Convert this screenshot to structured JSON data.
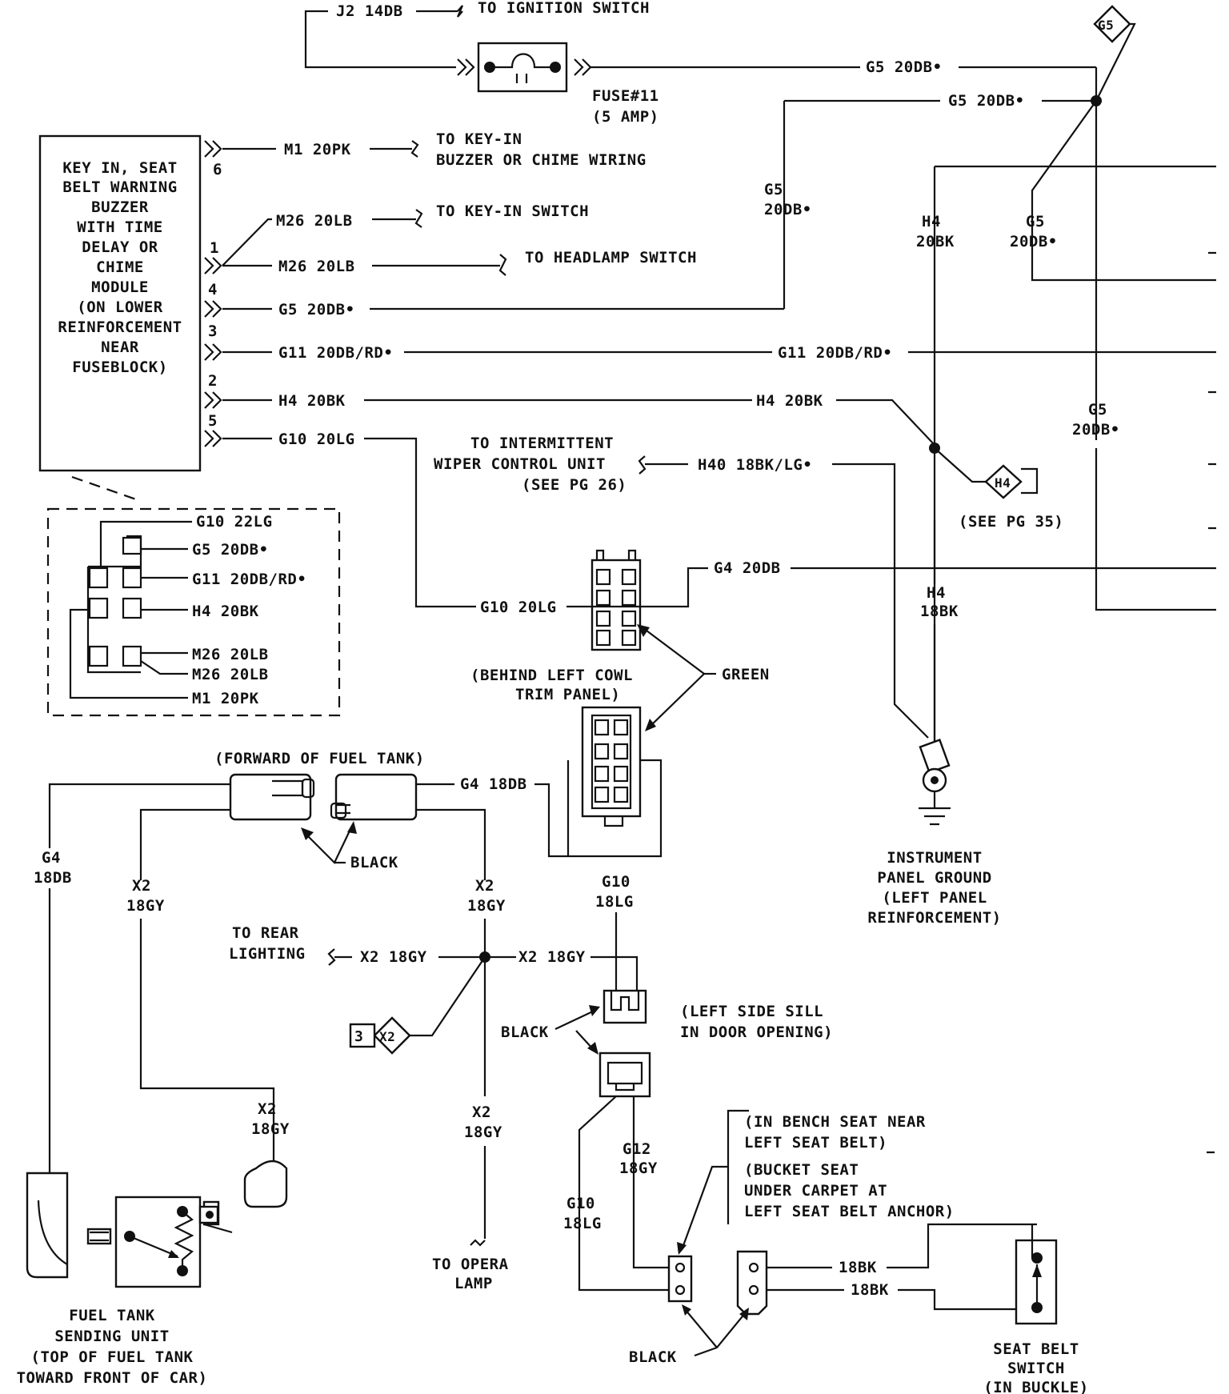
{
  "top": {
    "j2_wire": "J2 14DB",
    "to_ignition": "TO IGNITION SWITCH",
    "fuse_name": "FUSE#11",
    "fuse_rating": "(5 AMP)",
    "g5_right_1": "G5 20DB•",
    "g5_right_2": "G5 20DB•",
    "g5_diamond": "G5"
  },
  "module": {
    "lines": [
      "KEY IN, SEAT",
      "BELT WARNING",
      "BUZZER",
      "WITH TIME",
      "DELAY OR",
      "CHIME",
      "MODULE",
      "(ON LOWER",
      "REINFORCEMENT",
      "NEAR",
      "FUSEBLOCK)"
    ],
    "pins": [
      "6",
      "1",
      "4",
      "3",
      "2",
      "5"
    ]
  },
  "wires": {
    "m1": "M1 20PK",
    "to_keyin_1": "TO KEY-IN",
    "to_keyin_2": "BUZZER OR CHIME WIRING",
    "m26_a": "M26 20LB",
    "to_keyin_switch": "TO KEY-IN SWITCH",
    "m26_b": "M26 20LB",
    "to_headlamp": "TO HEADLAMP SWITCH",
    "g5_pin4": "G5 20DB•",
    "g11_left": "G11 20DB/RD•",
    "g11_right": "G11 20DB/RD•",
    "h4_left": "H4 20BK",
    "h4_right": "H4 20BK",
    "g10_left": "G10 20LG",
    "g5_mid_1": "G5",
    "g5_mid_2": "20DB•",
    "h4_v_1": "H4",
    "h4_v_2": "20BK",
    "g5_r_1": "G5",
    "g5_r_2": "20DB•",
    "g5_far_1": "G5",
    "g5_far_2": "20DB•",
    "to_wiper_1": "TO INTERMITTENT",
    "to_wiper_2": "WIPER CONTROL UNIT",
    "to_wiper_3": "(SEE PG 26)",
    "h40": "H40 18BK/LG•",
    "h4_diamond": "H4",
    "see_pg35": "(SEE PG 35)",
    "g4_20db": "G4 20DB",
    "h4_18_1": "H4",
    "h4_18_2": "18BK",
    "g10_conn": "G10 20LG"
  },
  "connector_view": {
    "labels": [
      "G10 22LG",
      "G5 20DB•",
      "G11 20DB/RD•",
      "H4 20BK",
      "M26 20LB",
      "M26 20LB",
      "M1 20PK"
    ]
  },
  "middle": {
    "behind_1": "(BEHIND LEFT COWL",
    "behind_2": "TRIM PANEL)",
    "green": "GREEN",
    "ip_ground_1": "INSTRUMENT",
    "ip_ground_2": "PANEL GROUND",
    "ip_ground_3": "(LEFT PANEL",
    "ip_ground_4": "REINFORCEMENT)",
    "forward_fuel": "(FORWARD OF FUEL TANK)",
    "g4_18db": "G4 18DB",
    "black_1": "BLACK",
    "g4_v_1": "G4",
    "g4_v_2": "18DB",
    "x2_a_1": "X2",
    "x2_a_2": "18GY",
    "x2_b_1": "X2",
    "x2_b_2": "18GY",
    "g10_v_1": "G10",
    "g10_v_2": "18LG",
    "to_rear_1": "TO REAR",
    "to_rear_2": "LIGHTING",
    "x2_h_left": "X2 18GY",
    "x2_h_right": "X2 18GY",
    "x2_diamond": "X2",
    "x2_diamond_num": "3",
    "sill_1": "(LEFT SIDE SILL",
    "sill_2": "IN DOOR OPENING)",
    "black_2": "BLACK"
  },
  "bottom": {
    "x2_c_1": "X2",
    "x2_c_2": "18GY",
    "x2_d_1": "X2",
    "x2_d_2": "18GY",
    "g12_1": "G12",
    "g12_2": "18GY",
    "g10_b_1": "G10",
    "g10_b_2": "18LG",
    "bench_1": "(IN BENCH SEAT NEAR",
    "bench_2": "LEFT SEAT BELT)",
    "bucket_1": "(BUCKET SEAT",
    "bucket_2": "UNDER CARPET AT",
    "bucket_3": "LEFT SEAT BELT ANCHOR)",
    "bk_1": "18BK",
    "bk_2": "18BK",
    "to_opera_1": "TO OPERA",
    "to_opera_2": "LAMP",
    "fuel_sender_1": "FUEL TANK",
    "fuel_sender_2": "SENDING UNIT",
    "fuel_sender_3": "(TOP OF FUEL TANK",
    "fuel_sender_4": "TOWARD FRONT OF CAR)",
    "black_3": "BLACK",
    "seat_switch_1": "SEAT BELT",
    "seat_switch_2": "SWITCH",
    "seat_switch_3": "(IN BUCKLE)"
  }
}
